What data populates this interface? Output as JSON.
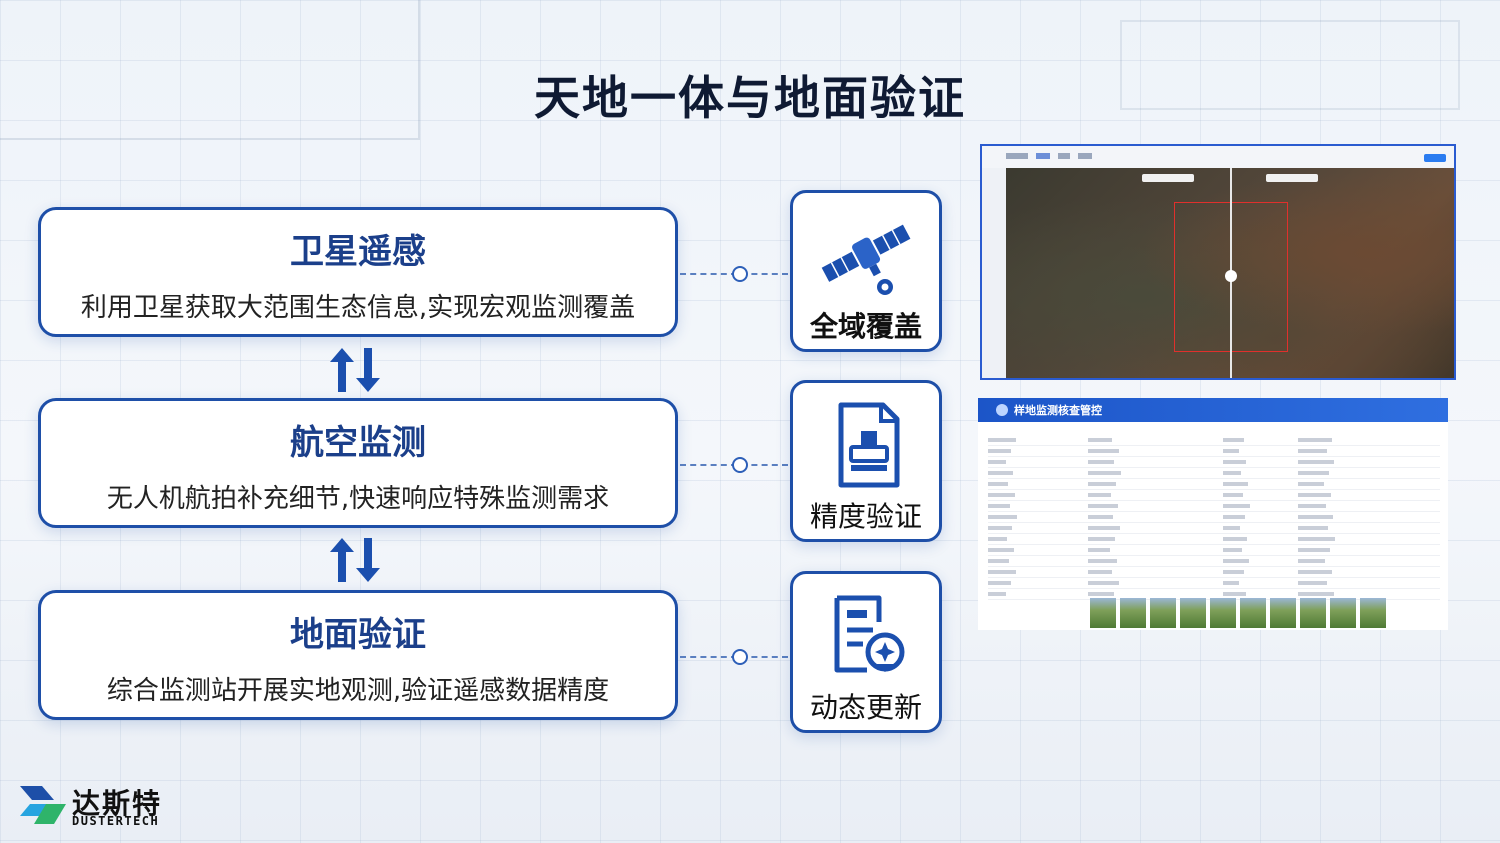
{
  "title": "天地一体与地面验证",
  "cards": [
    {
      "title": "卫星遥感",
      "desc": "利用卫星获取大范围生态信息,实现宏观监测覆盖"
    },
    {
      "title": "航空监测",
      "desc": "无人机航拍补充细节,快速响应特殊监测需求"
    },
    {
      "title": "地面验证",
      "desc": "综合监测站开展实地观测,验证遥感数据精度"
    }
  ],
  "features": [
    {
      "label": "全域覆盖",
      "icon": "satellite-icon"
    },
    {
      "label": "精度验证",
      "icon": "document-stamp-icon"
    },
    {
      "label": "动态更新",
      "icon": "document-location-icon"
    }
  ],
  "screenshot2": {
    "title": "样地监测核查管控"
  },
  "brand": {
    "name_cn": "达斯特",
    "name_en": "DUSTERTECH"
  },
  "colors": {
    "primary": "#1e4fa8",
    "title": "#0f1a33",
    "accent": "#2b7cf0"
  }
}
